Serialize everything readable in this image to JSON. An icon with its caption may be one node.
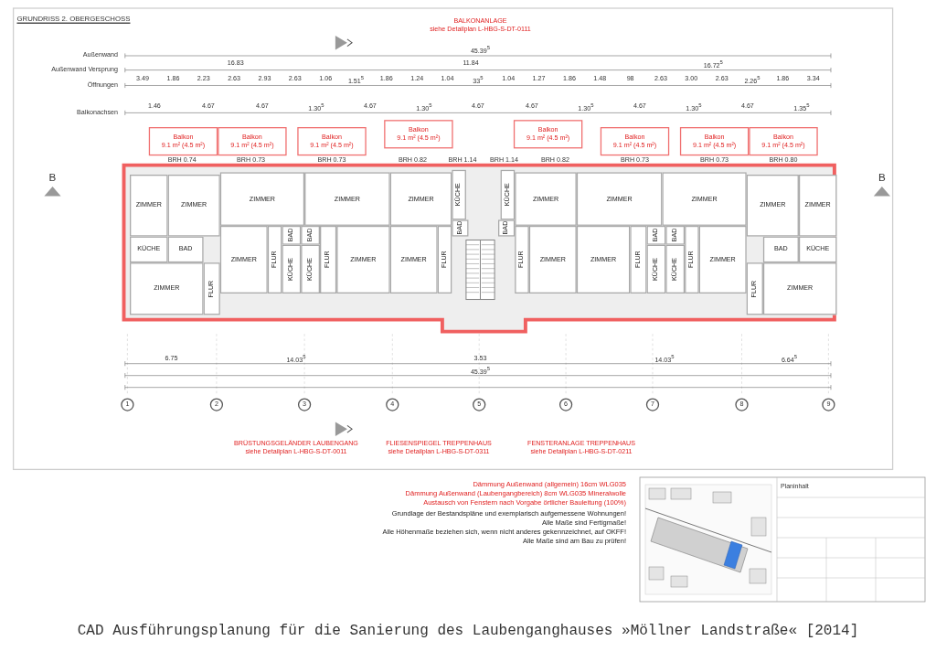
{
  "diagram": {
    "caption": "CAD Ausführungsplanung für die Sanierung des Laubenganghauses »Möllner Landstraße« [2014]",
    "nodes": [
      {
        "text": [
          "Balkon",
          "9.1 m² (4.5 m²)"
        ]
      },
      {
        "text": [
          "Balkon",
          "9.1 m² (4.5 m²)"
        ]
      },
      {
        "text": [
          "Balkon",
          "9.1 m² (4.5 m²)"
        ]
      },
      {
        "text": [
          "Balkon",
          "9.1 m² (4.5 m²)"
        ]
      },
      {
        "text": [
          "Balkon",
          "9.1 m² (4.5 m²)"
        ]
      },
      {
        "text": [
          "Balkon",
          "9.1 m² (4.5 m²)"
        ]
      },
      {
        "text": [
          "Balkon",
          "9.1 m² (4.5 m²)"
        ]
      },
      {
        "text": [
          "Balkon",
          "9.1 m² (4.5 m²)"
        ]
      },
      {
        "text": [
          "ZIMMER"
        ]
      },
      {
        "text": [
          "ZIMMER"
        ]
      },
      {
        "text": [
          "KÜCHE"
        ]
      },
      {
        "text": [
          "BAD"
        ]
      },
      {
        "text": [
          "ZIMMER"
        ]
      },
      {
        "text": [
          "FLUR"
        ]
      },
      {
        "text": [
          "ZIMMER"
        ]
      },
      {
        "text": [
          "ZIMMER"
        ]
      },
      {
        "text": [
          "ZIMMER"
        ]
      },
      {
        "text": [
          "ZIMMER"
        ]
      },
      {
        "text": [
          "FLUR"
        ]
      },
      {
        "text": [
          "BAD"
        ]
      },
      {
        "text": [
          "KÜCHE"
        ]
      },
      {
        "text": [
          "BAD"
        ]
      },
      {
        "text": [
          "KÜCHE"
        ]
      },
      {
        "text": [
          "FLUR"
        ]
      },
      {
        "text": [
          "ZIMMER"
        ]
      },
      {
        "text": [
          "ZIMMER"
        ]
      },
      {
        "text": [
          "FLUR"
        ]
      },
      {
        "text": [
          "KÜCHE"
        ]
      },
      {
        "text": [
          "KÜCHE"
        ]
      },
      {
        "text": [
          "BAD"
        ]
      },
      {
        "text": [
          "BAD"
        ]
      },
      {
        "text": [
          "ZIMMER"
        ]
      },
      {
        "text": [
          "ZIMMER"
        ]
      },
      {
        "text": [
          "KÜCHE"
        ]
      },
      {
        "text": [
          "BAD"
        ]
      },
      {
        "text": [
          "ZIMMER"
        ]
      },
      {
        "text": [
          "FLUR"
        ]
      },
      {
        "text": [
          "ZIMMER"
        ]
      },
      {
        "text": [
          "ZIMMER"
        ]
      },
      {
        "text": [
          "ZIMMER"
        ]
      },
      {
        "text": [
          "ZIMMER"
        ]
      },
      {
        "text": [
          "FLUR"
        ]
      },
      {
        "text": [
          "BAD"
        ]
      },
      {
        "text": [
          "KÜCHE"
        ]
      },
      {
        "text": [
          "BAD"
        ]
      },
      {
        "text": [
          "KÜCHE"
        ]
      },
      {
        "text": [
          "FLUR"
        ]
      },
      {
        "text": [
          "ZIMMER"
        ]
      },
      {
        "text": [
          "ZIMMER"
        ]
      },
      {
        "text": [
          "FLUR"
        ]
      }
    ],
    "labels": [
      "GRUNDRISS 2. OBERGESCHOSS",
      "BALKONANLAGE",
      "siehe Detailplan L-HBG-S-DT-0111",
      "Außenwand",
      "45.39$^{5}$",
      "Außenwand Versprung",
      "16.83",
      "11.84",
      "16.72$^{5}$",
      "Öffnungen",
      "3.49",
      "1.86",
      "2.23",
      "2.63",
      "2.93",
      "2.63",
      "1.06",
      "1.51$^{5}$",
      "1.86",
      "1.24",
      "1.04",
      "33$^{5}$",
      "1.04",
      "1.27",
      "1.86",
      "1.48",
      "98",
      "2.63",
      "3.00",
      "2.63",
      "2.26$^{5}$",
      "1.86",
      "3.34",
      "Balkonachsen",
      "1.46",
      "4.67",
      "4.67",
      "1.30$^{5}$",
      "4.67",
      "1.30$^{5}$",
      "4.67",
      "4.67",
      "1.30$^{5}$",
      "4.67",
      "1.30$^{5}$",
      "4.67",
      "1.35$^{5}$",
      "BRH 0.74",
      "BRH 0.73",
      "BRH 0.73",
      "BRH 0.82",
      "BRH 1.14",
      "BRH 1.14",
      "BRH 0.82",
      "BRH 0.73",
      "BRH 0.73",
      "BRH 0.80",
      "B",
      "B",
      "6.75",
      "14.03$^{5}$",
      "3.53",
      "14.03$^{5}$",
      "6.64$^{5}$",
      "45.39$^{5}$",
      "1",
      "2",
      "3",
      "4",
      "5",
      "6",
      "7",
      "8",
      "9",
      "BRÜSTUNGSGELÄNDER LAUBENGANG",
      "siehe Detailplan L-HBG-S-DT-0011",
      "FLIESENSPIEGEL TREPPENHAUS",
      "siehe Detailplan L-HBG-S-DT-0311",
      "FENSTERANLAGE TREPPENHAUS",
      "siehe Detailplan L-HBG-S-DT-0211",
      "Dämmung Außenwand (allgemein) 16cm WLG035",
      "Dämmung Außenwand (Laubengangbereich) 8cm WLG035 Mineralwolle",
      "Austausch von Fenstern nach Vorgabe örtlicher Bauleitung (100%)",
      "Grundlage der Bestandspläne und exemplarisch aufgemessene Wohnungen!",
      "Alle Maße sind Fertigmaße!",
      "Alle Höhenmaße beziehen sich, wenn nicht anderes gekennzeichnet, auf OKFF!",
      "Alle Maße sind am Bau zu prüfen!",
      "Planinhalt"
    ]
  }
}
